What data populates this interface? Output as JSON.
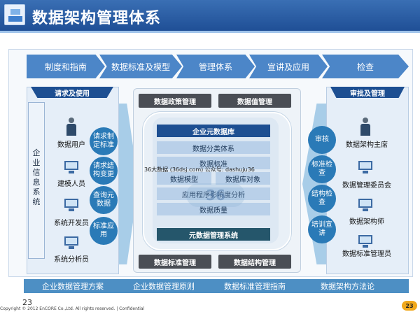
{
  "header": {
    "title": "数据架构管理体系"
  },
  "phases": [
    "制度和指南",
    "数据标准及模型",
    "管理体系",
    "宣讲及应用",
    "检查"
  ],
  "left": {
    "tab": "请求及使用",
    "vertical_label": "企业信息系统",
    "roles": [
      "数据用户",
      "建模人员",
      "系统开发员",
      "系统分析员"
    ],
    "actions": [
      "请求制定标准",
      "请求结构变更",
      "查询元数据",
      "标准应用"
    ]
  },
  "right": {
    "tab": "审批及管理",
    "roles": [
      "数据架构主席",
      "数据管理委员会",
      "数据架构师",
      "数据标准管理员"
    ],
    "actions": [
      "审核",
      "标准检查",
      "结构检查",
      "培训宣讲"
    ]
  },
  "center": {
    "top_left": "数据政策管理",
    "top_right": "数据值管理",
    "meta_title": "企业元数据库",
    "rows": {
      "classification": "数据分类体系",
      "standard": "数据标准",
      "model": "数据模型",
      "object": "数据库对象",
      "impact": "应用程序影响度分析",
      "quality": "数据质量"
    },
    "meta_system": "元数据管理系统",
    "bottom_left": "数据标准管理",
    "bottom_right": "数据结构管理"
  },
  "watermark": {
    "text": "36大数据 (36dsj.com) 公众号: dashuju36",
    "logo": "36"
  },
  "bottom_items": [
    "企业数据管理方案",
    "企业数据管理原则",
    "数据标准管理指南",
    "数据架构方法论"
  ],
  "footer": {
    "page_number": "23",
    "copyright": "Copyright © 2012 EnCORE Co.,Ltd. All rights reserved. | Confidential",
    "badge": "23"
  },
  "colors": {
    "header": "#1f4f96",
    "chevron": "#4c86c8",
    "circle": "#2a7ab7",
    "dark_button": "#4a4e55",
    "page_badge": "#f0a81c"
  }
}
